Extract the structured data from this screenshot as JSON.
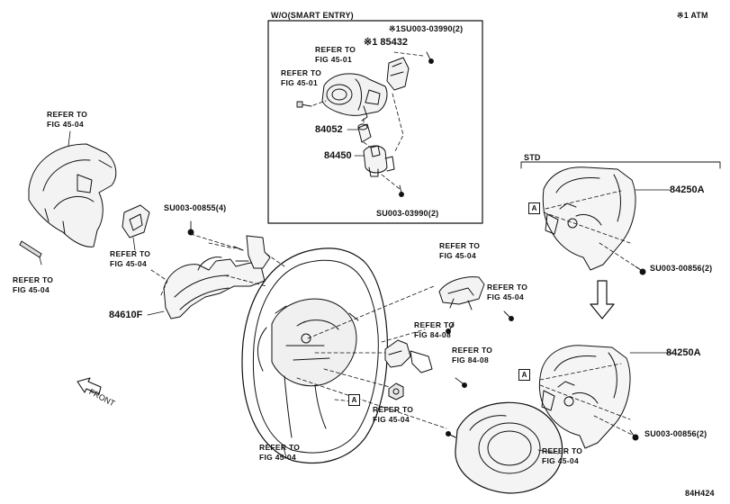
{
  "header": {
    "inset_title": "W/O(SMART ENTRY)",
    "note_atm": "※1 ATM",
    "std_label": "STD",
    "diagram_code": "84H424",
    "front_label": "FRONT"
  },
  "parts": {
    "p85432": "※1 85432",
    "p84052": "84052",
    "p84450": "84450",
    "p84610F": "84610F",
    "p84250A_top": "84250A",
    "p84250A_bottom": "84250A",
    "su_inset_top": "※1SU003-03990(2)",
    "su_inset_bottom": "SU003-03990(2)",
    "su_left": "SU003-00855(4)",
    "su_right_top": "SU003-00856(2)",
    "su_right_bottom": "SU003-00856(2)"
  },
  "refs": {
    "inset_a": "REFER TO\nFIG 45-01",
    "inset_b": "REFER TO\nFIG 45-01",
    "cover_top": "REFER TO\nFIG 45-04",
    "cover_bottom": "REFER TO\nFIG 45-04",
    "pad_left": "REFER TO\nFIG 45-04",
    "switch_upper": "REFER TO\nFIG 45-04",
    "screw_right": "REFER TO\nFIG 45-04",
    "paddle_a": "REFER TO\nFIG 84-08",
    "paddle_b": "REFER TO\nFIG 84-08",
    "nut": "REFER TO\nFIG 45-04",
    "wheel": "REFER TO\nFIG 45-04",
    "airbag": "REFER TO\nFIG 45-04"
  },
  "markers": {
    "box_a1": "A",
    "box_a2": "A",
    "box_a3": "A"
  }
}
